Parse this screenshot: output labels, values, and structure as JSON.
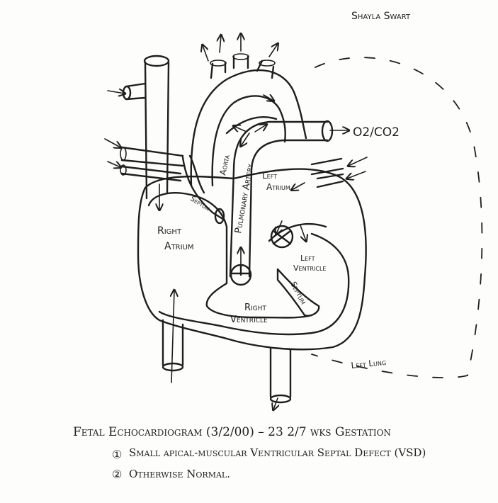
{
  "author": "Shayla Swart",
  "labels": {
    "aorta": "Aorta",
    "pulmonary_artery": "Pulmonary Artery",
    "left_atrium_1": "Left",
    "left_atrium_2": "Atrium",
    "right_atrium_1": "Right",
    "right_atrium_2": "Atrium",
    "left_ventricle_1": "Left",
    "left_ventricle_2": "Ventricle",
    "right_ventricle_1": "Right",
    "right_ventricle_2": "Ventricle",
    "septum_upper": "Septum",
    "septum_lower": "Septum",
    "gas_exchange": "O2/CO2",
    "left_lung": "Left Lung"
  },
  "notes": {
    "title": "Fetal Echocardiogram (3/2/00) – 23 2/7 wks Gestation",
    "item1_marker": "①",
    "item1": "Small apical-muscular Ventricular Septal Defect (VSD)",
    "item2_marker": "②",
    "item2": "Otherwise Normal."
  }
}
